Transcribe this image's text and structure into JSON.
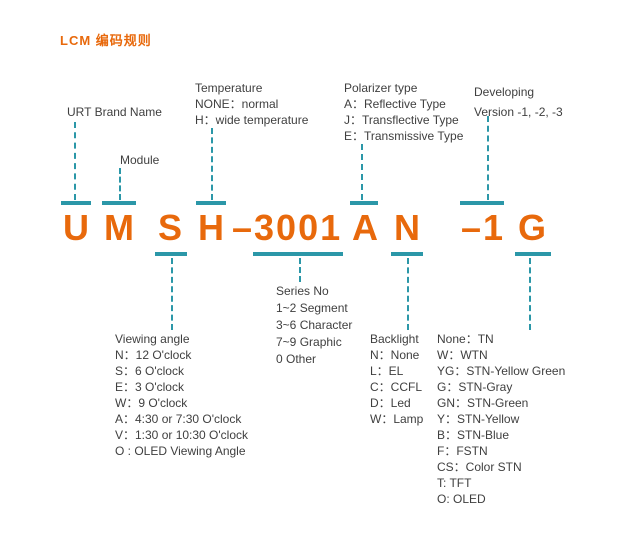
{
  "title": "LCM  编码规则",
  "colors": {
    "accent_orange": "#e8690c",
    "teal": "#2b97a8",
    "label_text": "#3f3f3f"
  },
  "code": {
    "segments": [
      "U",
      "M",
      "S",
      "H",
      "–3001",
      "A",
      "N",
      "–1",
      "G"
    ]
  },
  "callouts": {
    "brand": {
      "lines": [
        "URT Brand Name"
      ]
    },
    "module": {
      "lines": [
        "Module"
      ]
    },
    "temperature": {
      "lines": [
        "Temperature",
        "NONE：normal",
        "H：wide temperature"
      ]
    },
    "polarizer": {
      "lines": [
        "Polarizer type",
        "A：Reflective Type",
        "J：Transflective Type",
        "E：Transmissive Type"
      ]
    },
    "developing": {
      "lines": [
        "Developing",
        "Version -1, -2, -3"
      ]
    },
    "series": {
      "lines": [
        "Series No",
        "1~2 Segment",
        "3~6 Character",
        "7~9 Graphic",
        "0 Other"
      ]
    },
    "viewing": {
      "lines": [
        "Viewing angle",
        "N：12 O'clock",
        "S：6 O'clock",
        "E：3 O'clock",
        "W：9 O'clock",
        "A：4:30 or 7:30 O'clock",
        "V：1:30 or 10:30 O'clock",
        "O : OLED Viewing Angle"
      ]
    },
    "backlight": {
      "lines": [
        "Backlight",
        "N：None",
        "L：EL",
        "C：CCFL",
        "D：Led",
        "W：Lamp"
      ]
    },
    "display_type": {
      "lines": [
        "None：TN",
        "W：WTN",
        "YG：STN-Yellow Green",
        "G：STN-Gray",
        "GN：STN-Green",
        "Y：STN-Yellow",
        "B：STN-Blue",
        "F：FSTN",
        "CS：Color STN",
        "T: TFT",
        "O: OLED"
      ]
    }
  }
}
